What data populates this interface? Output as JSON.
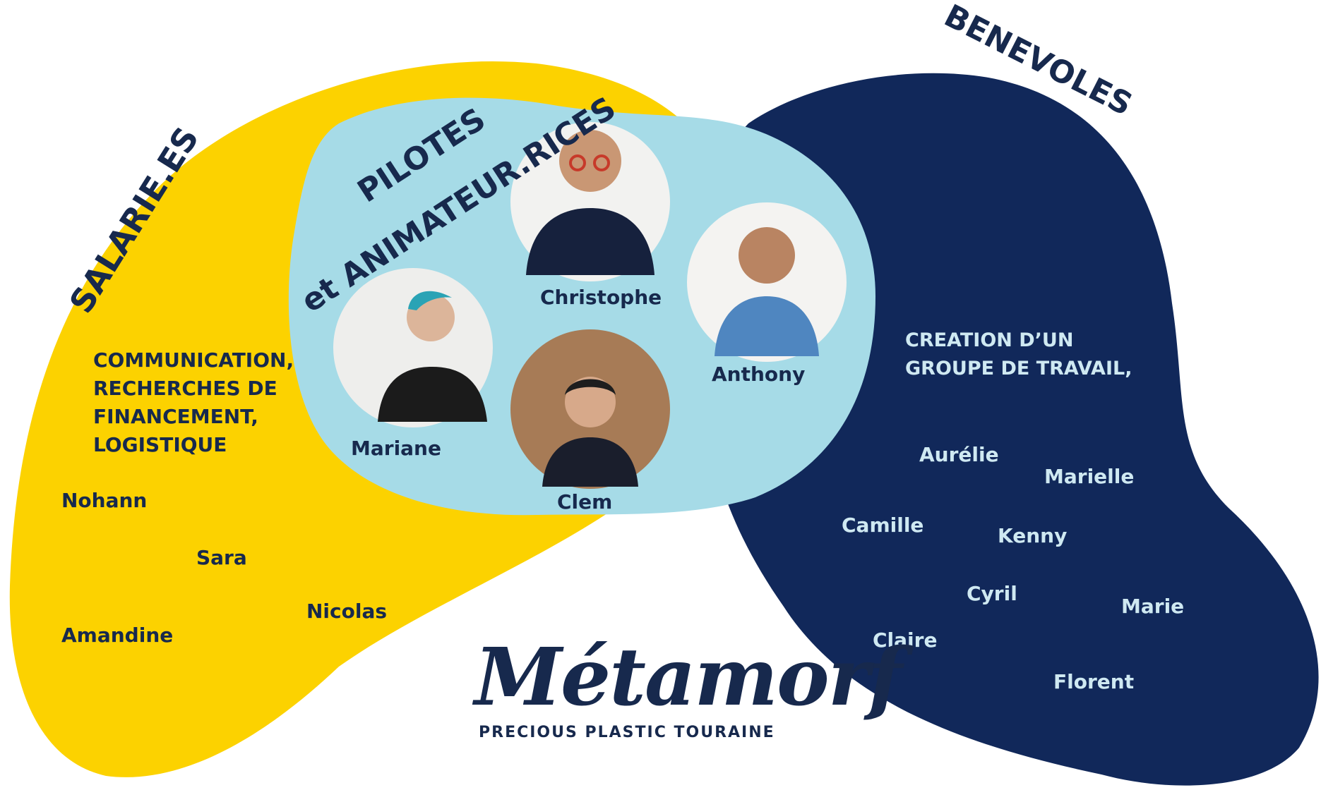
{
  "groups": {
    "salaries": {
      "title": "SALARIE.ES",
      "role": "COMMUNICATION,\nRECHERCHES DE\nFINANCEMENT,\nLOGISTIQUE",
      "members": [
        "Nohann",
        "Sara",
        "Nicolas",
        "Amandine"
      ]
    },
    "benevoles": {
      "title": "BENEVOLES",
      "role": "CREATION D’UN\nGROUPE DE TRAVAIL,",
      "members": [
        "Aurélie",
        "Marielle",
        "Camille",
        "Kenny",
        "Cyril",
        "Marie",
        "Claire",
        "Florent"
      ]
    },
    "pilotes": {
      "title_line1": "PILOTES",
      "title_line2": "et ANIMATEUR.RICES",
      "members": [
        "Christophe",
        "Anthony",
        "Mariane",
        "Clem"
      ]
    }
  },
  "logo": {
    "wordmark": "Métamorf",
    "tagline": "PRECIOUS PLASTIC TOURAINE"
  },
  "colors": {
    "salaries_blob": "#fcd200",
    "benevoles_blob": "#11285a",
    "pilotes_blob": "#a6dbe7",
    "text_dark": "#17294d",
    "text_light": "#cfe9f2"
  }
}
